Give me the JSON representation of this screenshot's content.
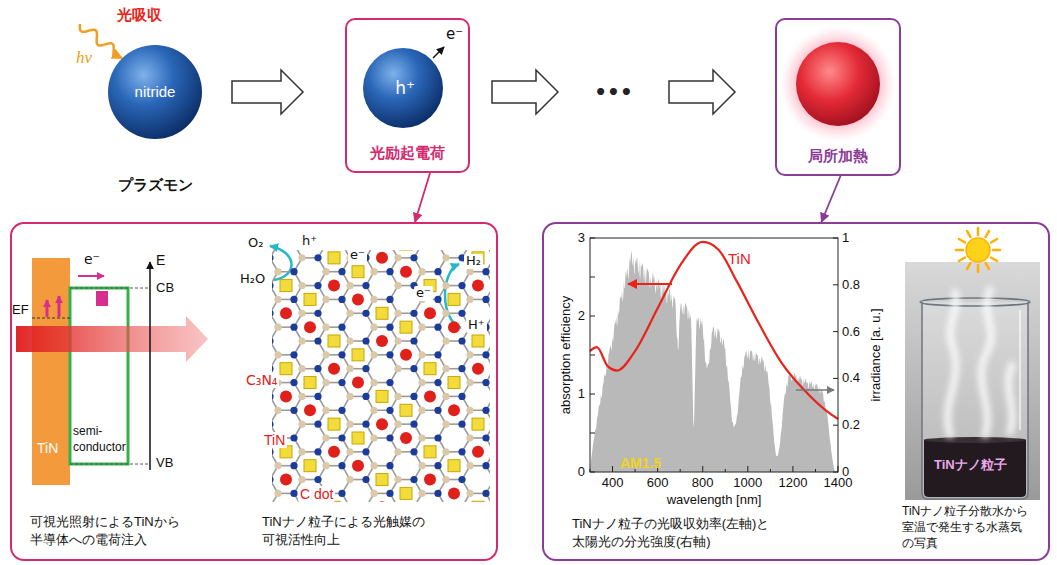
{
  "diagram": {
    "nodes": [
      {
        "text": [
          "nitride",
          "プラズモン"
        ]
      },
      {
        "text": [
          "光励起電荷"
        ]
      },
      {
        "text": [
          "h⁺"
        ],
        "in": 1
      },
      {
        "text": [
          "局所加熱"
        ]
      },
      {
        "text": [
          "可視光照射によるTiNから 半導体への電荷注入",
          "TiNナノ粒子による光触媒の 可視活性向上"
        ]
      },
      {
        "text": [
          "TiNナノ粒子の光吸収効率(左軸)と 太陽光の分光強度(右軸)",
          "TiNナノ粒子分散水から 室温で発生する水蒸気 の写真"
        ]
      }
    ],
    "edges": [
      {
        "from": 0,
        "to": 1,
        "arrow": "to"
      },
      {
        "from": 1,
        "to": 3,
        "arrow": "to",
        "label": "•••"
      },
      {
        "from": 1,
        "to": 4,
        "arrow": "to"
      },
      {
        "from": 3,
        "to": 5,
        "arrow": "to"
      }
    ],
    "labels": [
      "光吸収",
      "hν",
      "e⁻",
      "e⁻",
      "E",
      "EF",
      "CB",
      "VB",
      "TiN",
      "semi- conductor",
      "O₂",
      "H₂O",
      "h⁺",
      "e⁻",
      "H₂",
      "e⁻",
      "H⁺",
      "C₃N₄",
      "TiN",
      "C dot",
      "absorption efficiency",
      "irradiance [a. u.]",
      "wavelength [nm]",
      "TiN",
      "AM1.5",
      "0",
      "1",
      "2",
      "3",
      "0",
      "0.2",
      "0.4",
      "0.6",
      "0.8",
      "1",
      "400",
      "600",
      "800",
      "1000",
      "1200",
      "1400",
      "TiNナノ粒子"
    ]
  }
}
